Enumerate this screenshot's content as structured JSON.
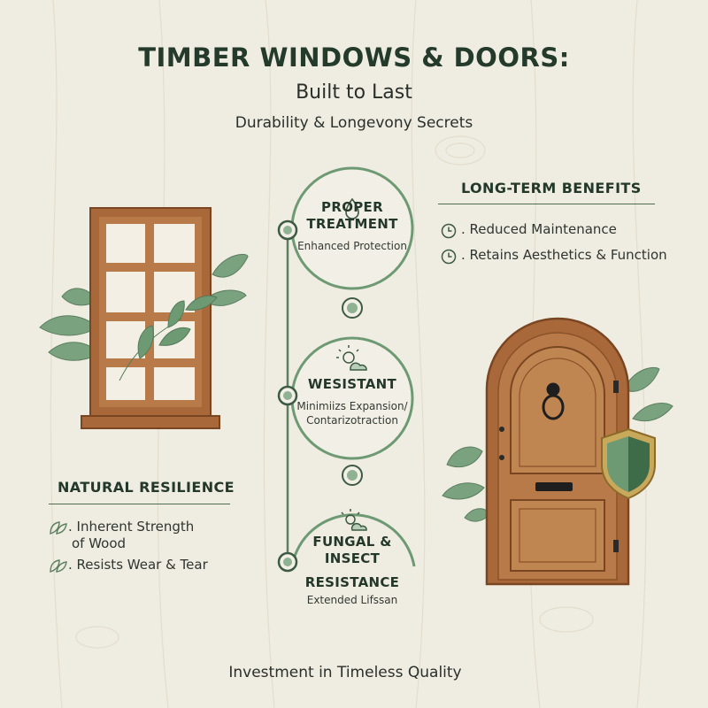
{
  "header": {
    "title": "TIMBER WINDOWS & DOORS:",
    "subtitle": "Built to Last",
    "tagline": "Durability & Longevony Secrets"
  },
  "natural_resilience": {
    "heading": "NATURAL RESILIENCE",
    "items": [
      {
        "icon": "leaf-outline-icon",
        "lines": [
          ". Inherent Strength",
          "of Wood"
        ]
      },
      {
        "icon": "leaf-outline-icon",
        "lines": [
          ". Resists Wear & Tear"
        ]
      }
    ]
  },
  "long_term_benefits": {
    "heading": "LONG-TERM BENEFITS",
    "items": [
      {
        "icon": "clock-icon",
        "text": ". Reduced Maintenance"
      },
      {
        "icon": "clock-icon",
        "text": ". Retains Aesthetics & Function"
      }
    ]
  },
  "timeline": [
    {
      "icon": "water-drop-icon",
      "title_lines": [
        "PROPER",
        "TREATMENT"
      ],
      "sub_lines": [
        "Enhanced Protection"
      ]
    },
    {
      "icon": "weather-sun-cloud-icon",
      "title_lines": [
        "WESISTANT"
      ],
      "sub_lines": [
        "Minimiizs Expansion/",
        "Contarizotraction"
      ]
    },
    {
      "icon": "weather-sun-cloud-icon",
      "title_lines": [
        "FUNGAL &",
        "INSECT",
        "RESISTANCE"
      ],
      "sub_lines": [
        "Extended Lifssan"
      ]
    }
  ],
  "footer": "Investment in Timeless Quality",
  "colors": {
    "accent_green": "#5b7f5f",
    "dark_green": "#24382a",
    "wood": "#a9683a",
    "wood_dark": "#7a4622",
    "leaf": "#6e9a73",
    "background": "#efece2"
  }
}
